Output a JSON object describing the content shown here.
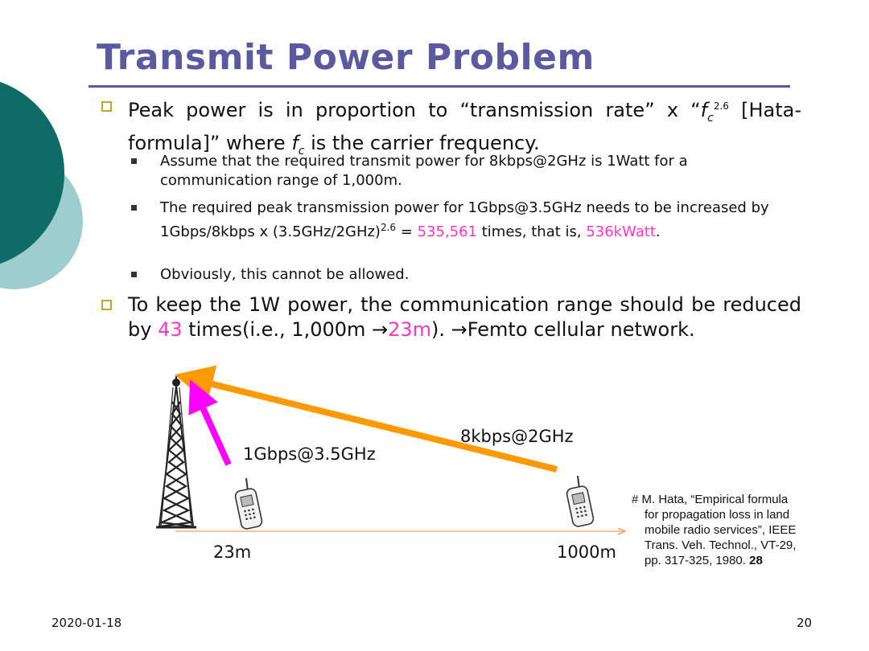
{
  "slide": {
    "title": "Transmit Power Problem",
    "bullets": [
      {
        "pre": "Peak power is in proportion to “transmission rate” x “",
        "f": "f",
        "sub": "c",
        "sup": "2.6",
        "mid": " [Hata-formula]” where ",
        "f2": "f",
        "sub2": "c",
        "post": " is the carrier frequency.",
        "subbullets": [
          {
            "text": "Assume that the required transmit power for 8kbps@2GHz is 1Watt for a communication range of 1,000m."
          },
          {
            "pre": "The required peak transmission power for 1Gbps@3.5GHz needs to be increased by 1Gbps/8kbps x (3.5GHz/2GHz)",
            "sup": "2.6",
            "mid": " = ",
            "hl1": "535,561",
            "mid2": " times, that is, ",
            "hl2": "536kWatt",
            "post": "."
          },
          {
            "text": "Obviously, this cannot be allowed."
          }
        ]
      },
      {
        "pre": "To keep the 1W power, the communication range should be reduced by ",
        "hl1": "43",
        "mid": " times(i.e., 1,000m →",
        "hl2": "23m",
        "post": "). →Femto cellular network."
      }
    ]
  },
  "diagram": {
    "label_near": "1Gbps@3.5GHz",
    "label_far": "8kbps@2GHz",
    "distance_near": "23m",
    "distance_far": "1000m",
    "colors": {
      "near_link": "#ff00ff",
      "far_link": "#ff9900",
      "axis": "#f5b27a"
    },
    "icons": [
      "cell-tower-icon",
      "mobile-phone-icon"
    ]
  },
  "reference": {
    "lines": [
      "# M. Hata, “Empirical formula",
      "for propagation loss in land",
      "mobile radio services”, IEEE",
      "Trans. Veh. Technol., VT-29,",
      "pp. 317-325, 1980."
    ],
    "page_num": "28"
  },
  "footer": {
    "date": "2020-01-18",
    "page": "20"
  },
  "colors": {
    "title": "#5b5aa0",
    "highlight": "#ff33cc",
    "circle_dark": "#0e6b66",
    "circle_light": "#9dcdce",
    "bullet": "#c9a227"
  }
}
